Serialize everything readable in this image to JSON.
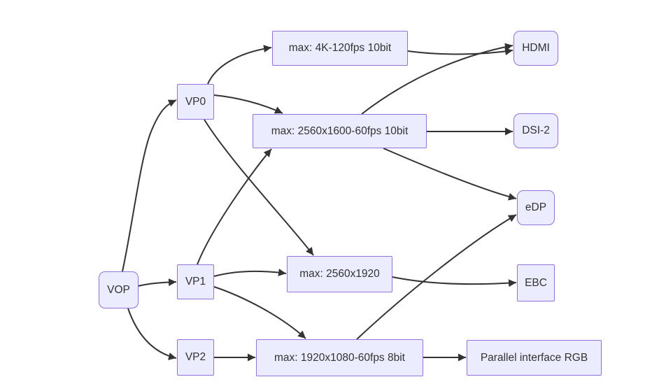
{
  "diagram": {
    "type": "flowchart",
    "direction": "left-to-right",
    "nodes": {
      "vop": {
        "label": "VOP",
        "shape": "rounded"
      },
      "vp0": {
        "label": "VP0",
        "shape": "rect"
      },
      "vp1": {
        "label": "VP1",
        "shape": "rect"
      },
      "vp2": {
        "label": "VP2",
        "shape": "rect"
      },
      "max4k": {
        "label": "max: 4K-120fps 10bit",
        "shape": "rect"
      },
      "max2560x1600": {
        "label": "max: 2560x1600-60fps 10bit",
        "shape": "rect"
      },
      "max2560x1920": {
        "label": "max: 2560x1920",
        "shape": "rect"
      },
      "max1920": {
        "label": "max: 1920x1080-60fps 8bit",
        "shape": "rect"
      },
      "hdmi": {
        "label": "HDMI",
        "shape": "rounded"
      },
      "dsi2": {
        "label": "DSI-2",
        "shape": "rounded"
      },
      "edp": {
        "label": "eDP",
        "shape": "rounded"
      },
      "ebc": {
        "label": "EBC",
        "shape": "rect"
      },
      "parallel": {
        "label": "Parallel interface RGB",
        "shape": "rect"
      }
    },
    "edges": [
      {
        "from": "vop",
        "to": "vp0"
      },
      {
        "from": "vop",
        "to": "vp1"
      },
      {
        "from": "vop",
        "to": "vp2"
      },
      {
        "from": "vp0",
        "to": "max4k"
      },
      {
        "from": "vp0",
        "to": "max2560x1600"
      },
      {
        "from": "vp0",
        "to": "max2560x1920"
      },
      {
        "from": "vp1",
        "to": "max2560x1600"
      },
      {
        "from": "vp1",
        "to": "max2560x1920"
      },
      {
        "from": "vp1",
        "to": "max1920"
      },
      {
        "from": "vp2",
        "to": "max1920"
      },
      {
        "from": "max4k",
        "to": "hdmi"
      },
      {
        "from": "max2560x1600",
        "to": "hdmi"
      },
      {
        "from": "max2560x1600",
        "to": "dsi2"
      },
      {
        "from": "max2560x1600",
        "to": "edp"
      },
      {
        "from": "max2560x1920",
        "to": "ebc"
      },
      {
        "from": "max1920",
        "to": "edp"
      },
      {
        "from": "max1920",
        "to": "parallel"
      }
    ]
  },
  "colors": {
    "background": "#ffffff",
    "node_fill": "#ECECFF",
    "node_border": "#9370DB",
    "edge": "#333333",
    "text": "#333333"
  }
}
